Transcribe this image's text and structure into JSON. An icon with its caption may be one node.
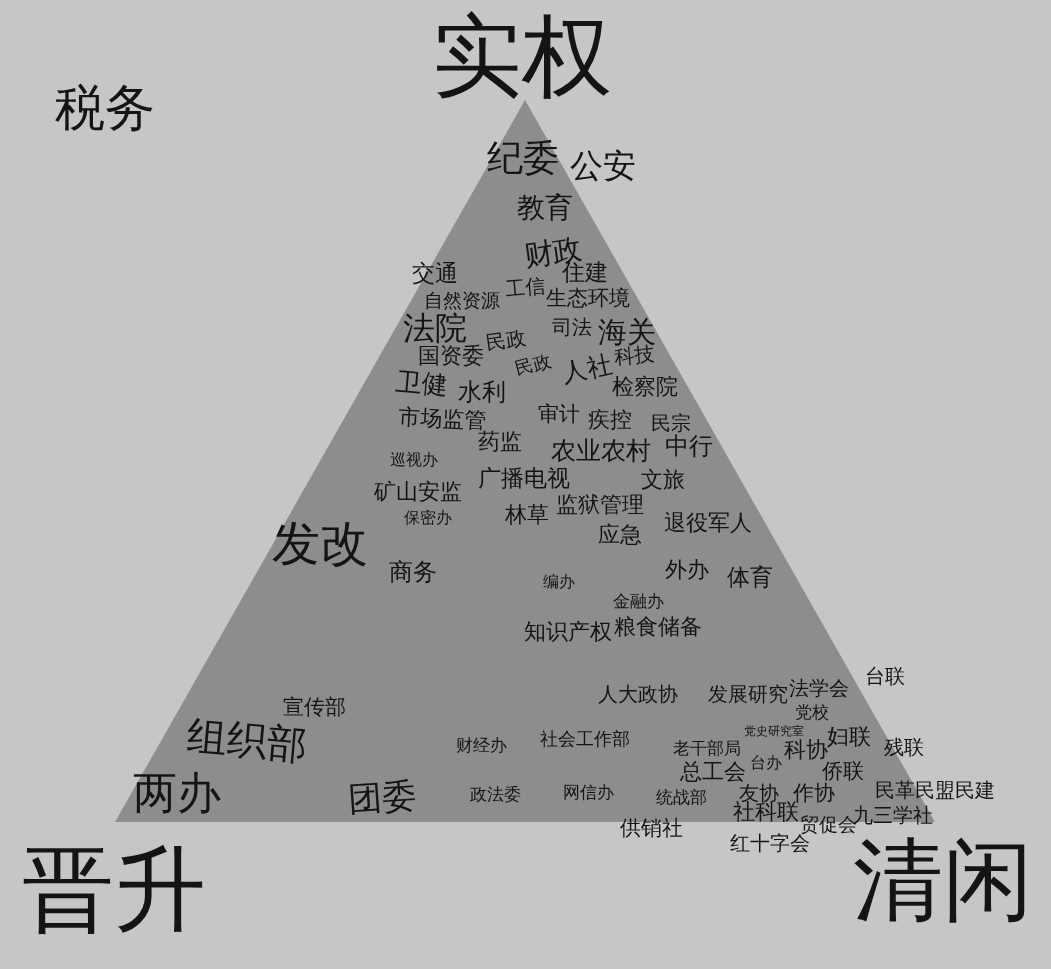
{
  "diagram": {
    "nodes": [
      {
        "text": [
          "纪委",
          "教育",
          "财政",
          "交通",
          "工信",
          "住建",
          "自然资源",
          "生态环境",
          "法院",
          "民政",
          "司法",
          "海关",
          "国资委",
          "民政",
          "人社",
          "科技",
          "卫健",
          "水利",
          "检察院",
          "市场监管",
          "审计",
          "疾控",
          "民宗",
          "药监",
          "农业农村",
          "中行",
          "巡视办",
          "广播电视",
          "文旅",
          "矿山安监",
          "发改",
          "保密办",
          "林草",
          "监狱管理",
          "应急",
          "退役军人",
          "商务",
          "编办",
          "外办",
          "体育",
          "金融办",
          "知识产权",
          "粮食储备",
          "人大政协",
          "发展研究",
          "法学会",
          "宣传部",
          "党校",
          "组织部",
          "财经办",
          "社会工作部",
          "老干部局",
          "党史研究室",
          "科协",
          "妇联",
          "总工会",
          "台办",
          "侨联",
          "两办",
          "团委",
          "政法委",
          "网信办",
          "统战部",
          "友协",
          "作协",
          "社科联",
          "九三学社"
        ]
      }
    ],
    "labels": [
      "实权",
      "税务",
      "公安",
      "台联",
      "残联",
      "民革民盟民建",
      "供销社",
      "贸促会",
      "红十字会",
      "晋升",
      "清闲"
    ]
  }
}
